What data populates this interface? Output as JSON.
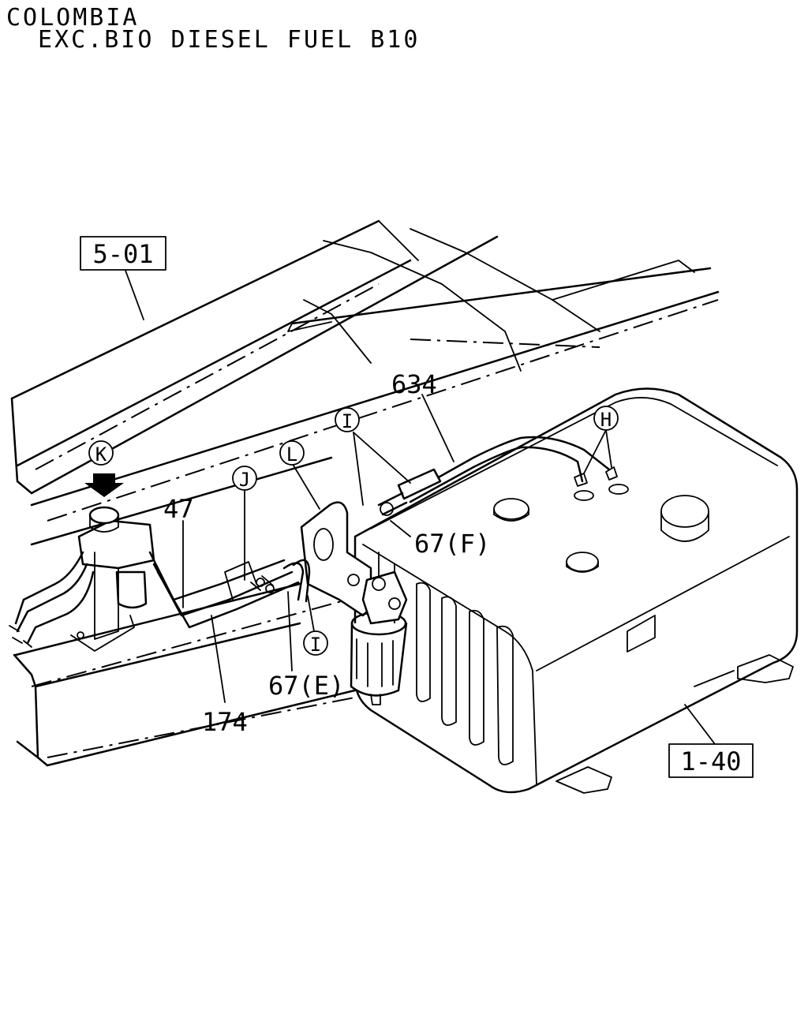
{
  "header": {
    "line1": "COLOMBIA",
    "line2": "EXC.BIO DIESEL FUEL B10"
  },
  "refs": {
    "frame": "5-01",
    "tank": "1-40"
  },
  "parts": {
    "p634": "634",
    "p47": "47",
    "p174": "174",
    "p67f": "67(F)",
    "p67e": "67(E)"
  },
  "callouts": {
    "h": "H",
    "i_top": "I",
    "i_bottom": "I",
    "j": "J",
    "k": "K",
    "l": "L"
  }
}
